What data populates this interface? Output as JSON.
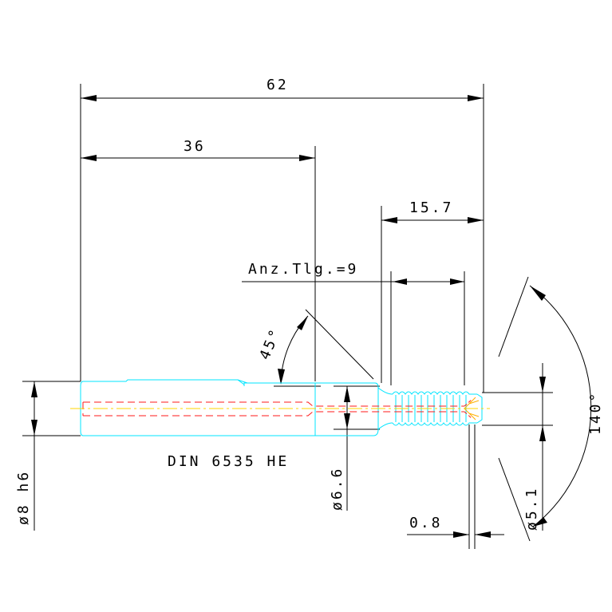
{
  "drawing": {
    "dim_overall_length": "62",
    "dim_shank_length": "36",
    "dim_flute_length": "15.7",
    "flute_count_label": "Anz.Tlg.=9",
    "chamfer_angle": "45°",
    "point_angle": "140°",
    "shank_diameter": "ø8 h6",
    "neck_diameter": "ø6.6",
    "thread_diameter": "ø5.1",
    "tip_length": "0.8",
    "standard": "DIN 6535 HE"
  },
  "colors": {
    "outline": "#00e5ff",
    "hidden_lines": "#ff1a1a",
    "centerline": "#ffd400",
    "tip": "#ffae00",
    "dimensions": "#000000"
  }
}
